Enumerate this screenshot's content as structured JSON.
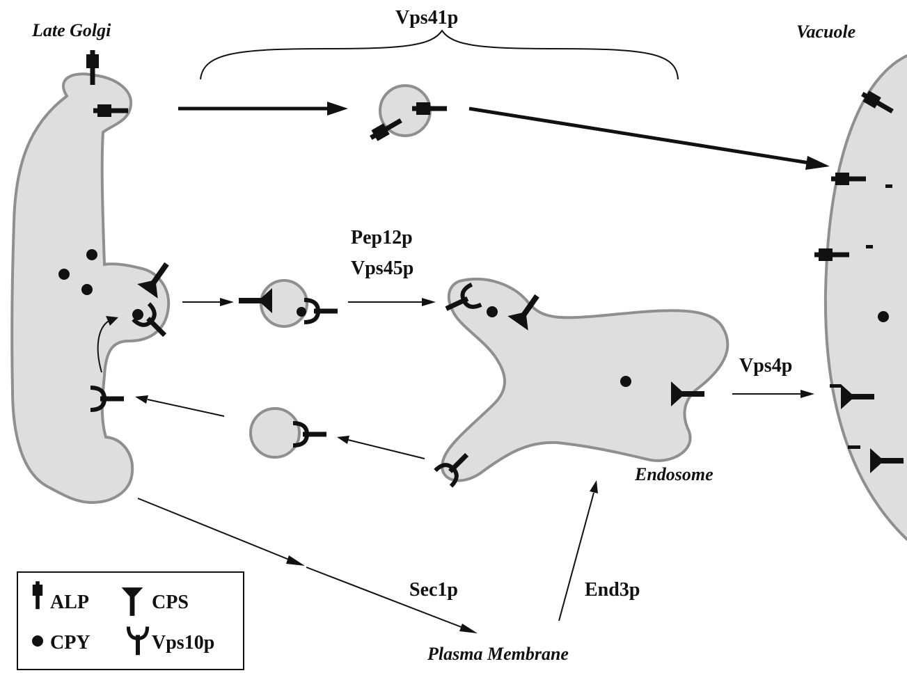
{
  "labels": {
    "late_golgi": "Late Golgi",
    "vacuole": "Vacuole",
    "endosome": "Endosome",
    "plasma_membrane": "Plasma Membrane",
    "vps41p": "Vps41p",
    "pep12p": "Pep12p",
    "vps45p": "Vps45p",
    "vps4p": "Vps4p",
    "sec1p": "Sec1p",
    "end3p": "End3p"
  },
  "legend": {
    "alp": "ALP",
    "cps": "CPS",
    "cpy": "CPY",
    "vps10p": "Vps10p"
  },
  "colors": {
    "organelle_fill": "#dedede",
    "organelle_stroke": "#8f8f8f",
    "ink": "#111111"
  }
}
